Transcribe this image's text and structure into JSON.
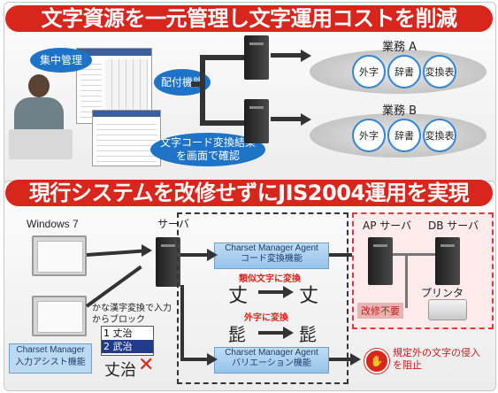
{
  "top": {
    "banner": "文字資源を一元管理し文字運用コストを削減",
    "central_mgmt": "集中管理",
    "distribution": "配付機能",
    "confirm": "文字コード変換結果を画面で確認",
    "biz_a": "業務 A",
    "biz_b": "業務 B",
    "items": [
      "外字",
      "辞書",
      "変換表"
    ]
  },
  "bottom": {
    "banner": "現行システムを改修せずにJIS2004運用を実現",
    "windows": "Windows 7",
    "server": "サーバ",
    "ap_server": "AP サーバ",
    "db_server": "DB サーバ",
    "agent1_line1": "Charset Manager Agent",
    "agent1_line2": "コード変換機能",
    "agent2_line1": "Charset Manager Agent",
    "agent2_line2": "バリエーション機能",
    "similar": "類似文字に変換",
    "external": "外字に変換",
    "block_note": "かな漢字変換で入力からブロック",
    "assist_line1": "Charset Manager",
    "assist_line2": "入力アシスト機能",
    "candidate1": "1 丈治",
    "candidate2": "2 武治",
    "bad_word": "丈治",
    "printer": "プリンタ",
    "no_modify": "改修不要",
    "stop_note": "規定外の文字の侵入を阻止",
    "char_similar_from": "丈",
    "char_similar_to": "丈",
    "char_ext_from": "髭",
    "char_ext_to": "髭"
  },
  "colors": {
    "banner": "#d9261c",
    "bubble": "#1f73c6",
    "agent": "#a9cff0",
    "warning": "#e23a3a"
  }
}
